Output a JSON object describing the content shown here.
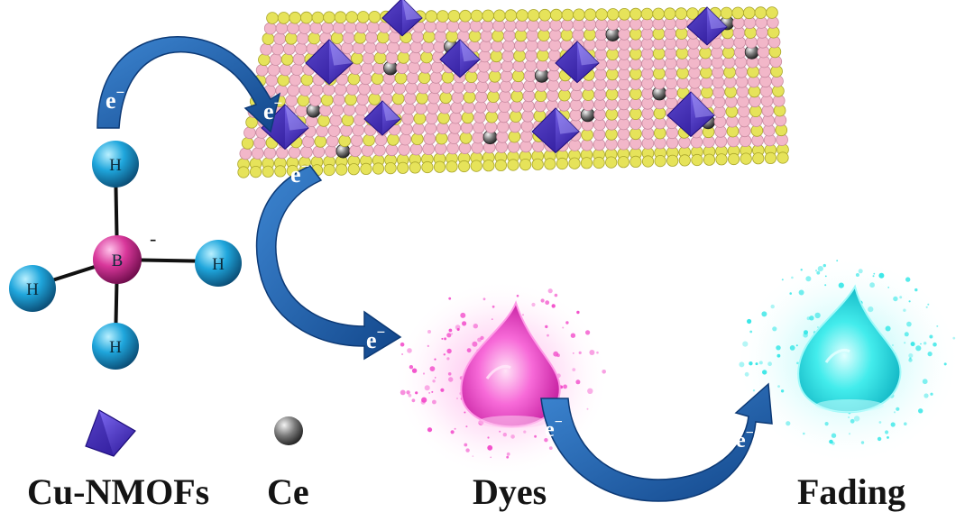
{
  "electron_label": "e",
  "electron_charge": "−",
  "molecule": {
    "center": "B",
    "charge": "-",
    "ligands": [
      "H",
      "H",
      "H",
      "H"
    ]
  },
  "legend": {
    "mof_label": "Cu-NMOFs",
    "ce_label": "Ce"
  },
  "drops": {
    "dyes_label": "Dyes",
    "fading_label": "Fading"
  },
  "colors": {
    "arrow": "#1d5fa8",
    "hydrogen": "#1fa6dc",
    "boron": "#d8379a",
    "lattice_yellow": "#e6e35a",
    "lattice_pink": "#f2b7c9",
    "ce": "#7a7a7a",
    "mof": "#4a2fd0",
    "dye_drop": "#f244c8",
    "faded_drop": "#2fe6e6"
  }
}
